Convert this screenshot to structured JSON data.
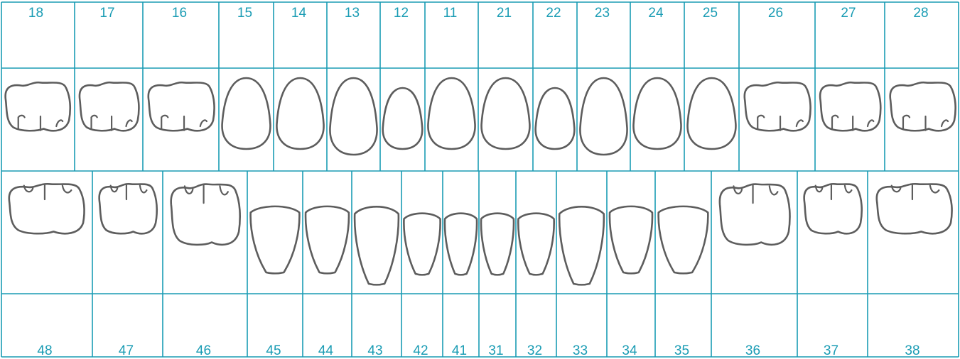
{
  "colors": {
    "grid": "#1a9cb4",
    "numbers": "#1a9cb4",
    "tooth_outline": "#5d5d5d"
  },
  "upper_row": [
    {
      "number": "18",
      "type": "molar"
    },
    {
      "number": "17",
      "type": "molar"
    },
    {
      "number": "16",
      "type": "molar"
    },
    {
      "number": "15",
      "type": "premolar"
    },
    {
      "number": "14",
      "type": "premolar"
    },
    {
      "number": "13",
      "type": "canine"
    },
    {
      "number": "12",
      "type": "incisor"
    },
    {
      "number": "11",
      "type": "incisor"
    },
    {
      "number": "21",
      "type": "incisor"
    },
    {
      "number": "22",
      "type": "incisor"
    },
    {
      "number": "23",
      "type": "canine"
    },
    {
      "number": "24",
      "type": "premolar"
    },
    {
      "number": "25",
      "type": "premolar"
    },
    {
      "number": "26",
      "type": "molar"
    },
    {
      "number": "27",
      "type": "molar"
    },
    {
      "number": "28",
      "type": "molar"
    }
  ],
  "lower_row": [
    {
      "number": "48",
      "type": "molar"
    },
    {
      "number": "47",
      "type": "molar"
    },
    {
      "number": "46",
      "type": "molar"
    },
    {
      "number": "45",
      "type": "premolar"
    },
    {
      "number": "44",
      "type": "premolar"
    },
    {
      "number": "43",
      "type": "canine"
    },
    {
      "number": "42",
      "type": "incisor"
    },
    {
      "number": "41",
      "type": "incisor"
    },
    {
      "number": "31",
      "type": "incisor"
    },
    {
      "number": "32",
      "type": "incisor"
    },
    {
      "number": "33",
      "type": "canine"
    },
    {
      "number": "34",
      "type": "premolar"
    },
    {
      "number": "35",
      "type": "premolar"
    },
    {
      "number": "36",
      "type": "molar"
    },
    {
      "number": "37",
      "type": "molar"
    },
    {
      "number": "38",
      "type": "molar"
    }
  ]
}
